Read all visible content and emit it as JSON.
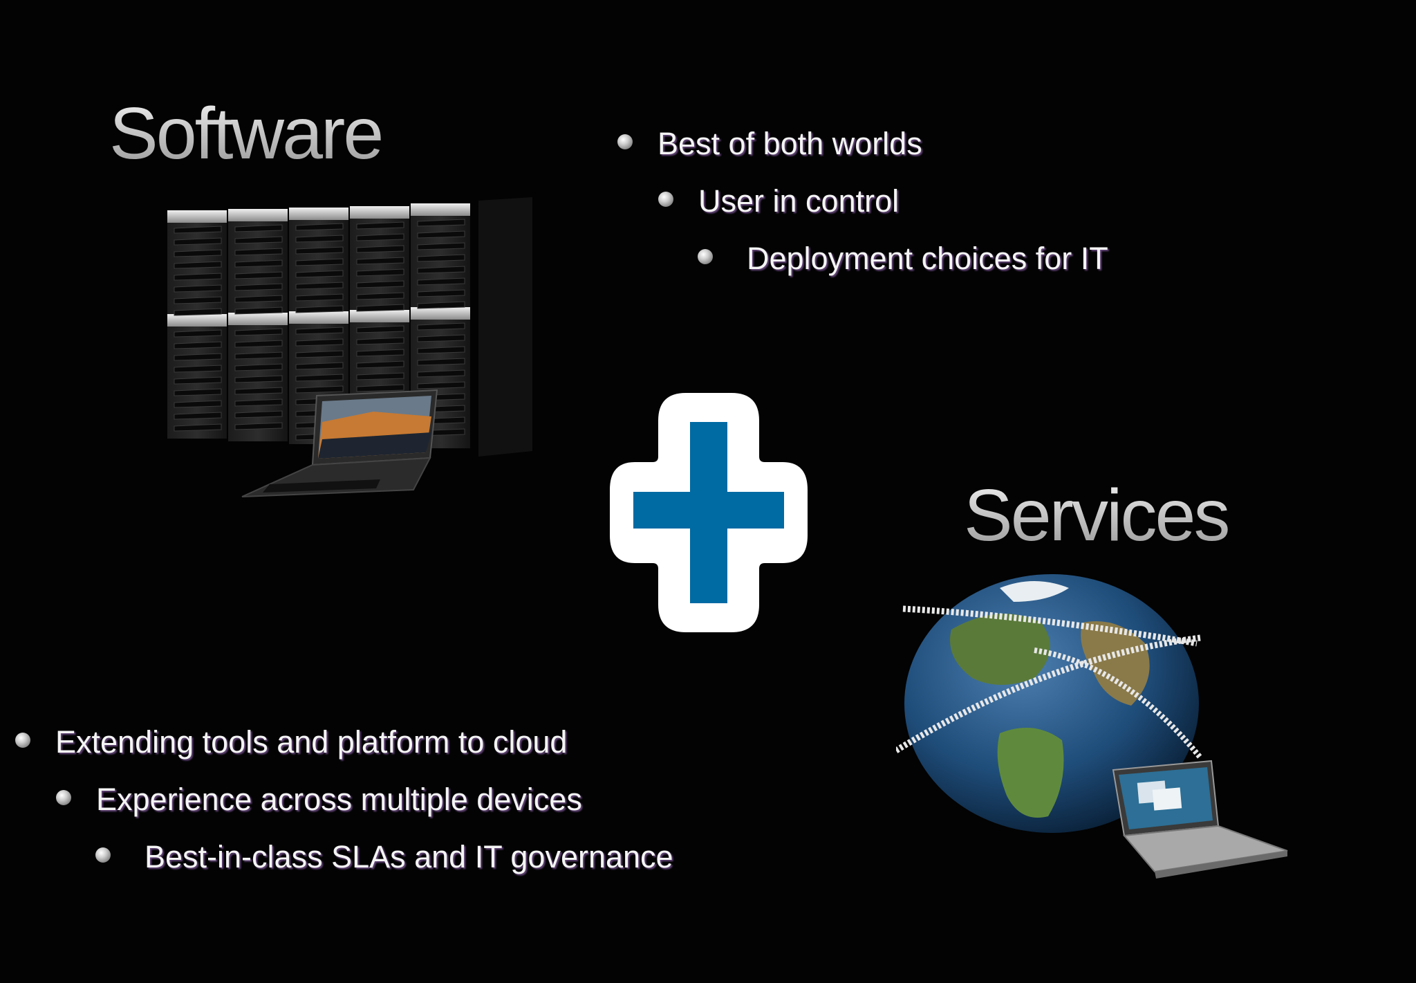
{
  "slide": {
    "headings": {
      "software": "Software",
      "services": "Services"
    },
    "top_bullets": [
      "Best of both worlds",
      "User in control",
      "Deployment choices for IT"
    ],
    "bottom_bullets": [
      "Extending tools and platform to cloud",
      "Experience across multiple devices",
      "Best-in-class SLAs and IT governance"
    ],
    "colors": {
      "background": "#030303",
      "plus_blue": "#006aa3",
      "text": "#f4f4f4"
    },
    "icons": {
      "server": "server-rack-icon",
      "laptop": "laptop-icon",
      "plus": "plus-icon",
      "globe": "globe-icon"
    }
  }
}
